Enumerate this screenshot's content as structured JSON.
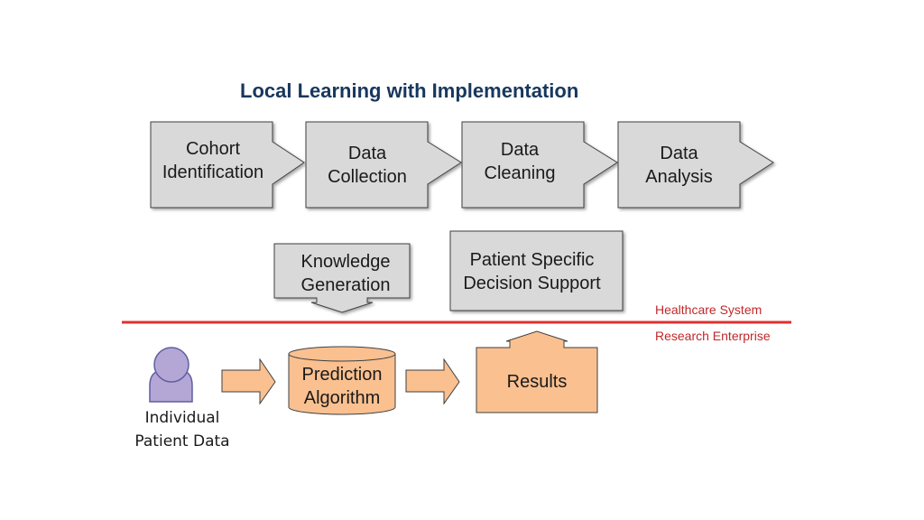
{
  "title": "Local Learning with Implementation",
  "pipeline": {
    "steps": [
      {
        "line1": "Cohort",
        "line2": "Identification"
      },
      {
        "line1": "Data",
        "line2": "Collection"
      },
      {
        "line1": "Data",
        "line2": "Cleaning"
      },
      {
        "line1": "Data",
        "line2": "Analysis"
      }
    ]
  },
  "knowledge": {
    "line1": "Knowledge",
    "line2": "Generation"
  },
  "decision": {
    "line1": "Patient Specific",
    "line2": "Decision Support"
  },
  "divider": {
    "top_label": "Healthcare System",
    "bottom_label": "Research Enterprise",
    "color": "#e03030"
  },
  "patient": {
    "line1": "Individual",
    "line2": "Patient Data",
    "color": "#b4a7d6"
  },
  "algorithm": {
    "line1": "Prediction",
    "line2": "Algorithm",
    "color": "#fac090"
  },
  "results": {
    "label": "Results",
    "color": "#fac090"
  },
  "colors": {
    "gray_box": "#d9d9d9",
    "orange_fill": "#fac090",
    "title": "#17375e"
  }
}
